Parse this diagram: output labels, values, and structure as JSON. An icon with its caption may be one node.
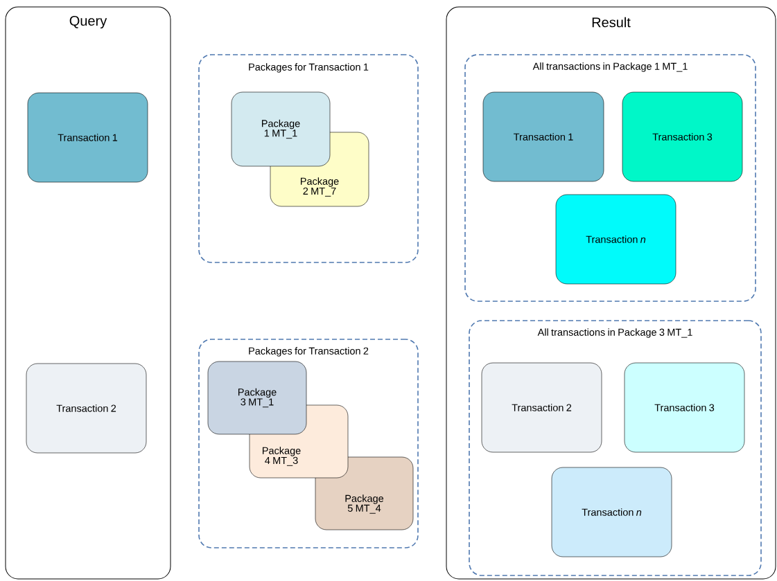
{
  "diagram": {
    "nodes": [
      {
        "text": [
          "Query"
        ]
      },
      {
        "text": [
          "Transaction 1"
        ],
        "in": 0
      },
      {
        "text": [
          "Transaction 2"
        ],
        "in": 0
      },
      {
        "text": [
          "Packages for Transaction 1"
        ]
      },
      {
        "text": [
          "Package 1 MT_1"
        ],
        "in": 3
      },
      {
        "text": [
          "Package 2 MT_7"
        ],
        "in": 3
      },
      {
        "text": [
          "Packages for Transaction 2"
        ]
      },
      {
        "text": [
          "Package 3 MT_1"
        ],
        "in": 6
      },
      {
        "text": [
          "Package 4 MT_3"
        ],
        "in": 6
      },
      {
        "text": [
          "Package 5 MT_4"
        ],
        "in": 6
      },
      {
        "text": [
          "Result"
        ]
      },
      {
        "text": [
          "All transactions in Package 1 MT_1"
        ],
        "in": 10
      },
      {
        "text": [
          "Transaction 1"
        ],
        "in": 11
      },
      {
        "text": [
          "Transaction 3"
        ],
        "in": 11
      },
      {
        "text": [
          "Transaction *n*"
        ],
        "in": 11
      },
      {
        "text": [
          "All transactions in Package 3 MT_1"
        ],
        "in": 10
      },
      {
        "text": [
          "Transaction 2"
        ],
        "in": 15
      },
      {
        "text": [
          "Transaction 3"
        ],
        "in": 15
      },
      {
        "text": [
          "Transaction *n*"
        ],
        "in": 15
      }
    ]
  }
}
